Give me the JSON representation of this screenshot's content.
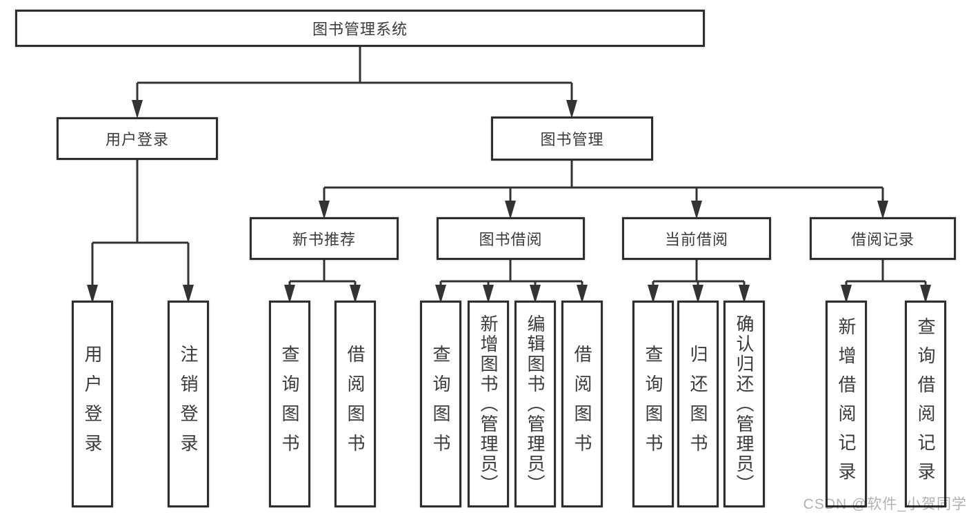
{
  "colors": {
    "line": "#333333",
    "border": "#2e2e2e",
    "text": "#3b3b3b",
    "watermark": "#b2b2b2",
    "bg": "#ffffff"
  },
  "watermark": "CSDN @软件_小贺同学",
  "tree": {
    "label": "图书管理系统",
    "children": [
      {
        "label": "用户登录",
        "children": [
          {
            "label": "用户登录"
          },
          {
            "label": "注销登录"
          }
        ]
      },
      {
        "label": "图书管理",
        "children": [
          {
            "label": "新书推荐",
            "children": [
              {
                "label": "查询图书"
              },
              {
                "label": "借阅图书"
              }
            ]
          },
          {
            "label": "图书借阅",
            "children": [
              {
                "label": "查询图书"
              },
              {
                "label": "新增图书（管理员）"
              },
              {
                "label": "编辑图书（管理员）"
              },
              {
                "label": "借阅图书"
              }
            ]
          },
          {
            "label": "当前借阅",
            "children": [
              {
                "label": "查询图书"
              },
              {
                "label": "归还图书"
              },
              {
                "label": "确认归还（管理员）"
              }
            ]
          },
          {
            "label": "借阅记录",
            "children": [
              {
                "label": "新增借阅记录"
              },
              {
                "label": "查询借阅记录"
              }
            ]
          }
        ]
      }
    ]
  }
}
